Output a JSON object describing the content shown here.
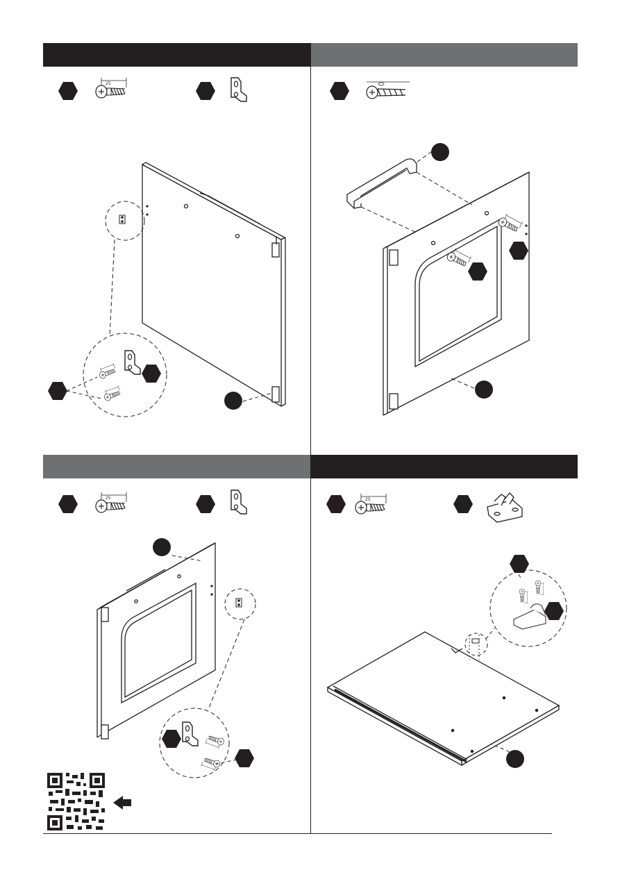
{
  "panels": [
    {
      "id": "step-a",
      "header_style": "dark"
    },
    {
      "id": "step-b",
      "header_style": "grey"
    },
    {
      "id": "step-c",
      "header_style": "grey"
    },
    {
      "id": "step-d",
      "header_style": "dark"
    }
  ],
  "screw_dimension_label": "25",
  "colors": {
    "ink": "#231f20",
    "header_dark": "#231f20",
    "header_grey": "#6f7072"
  },
  "icons": [
    "hexagon-part-badge",
    "round-part-badge",
    "screw-icon",
    "long-screw-icon",
    "hinge-bracket-icon",
    "support-clip-icon",
    "qr-code",
    "arrow-left-icon"
  ]
}
